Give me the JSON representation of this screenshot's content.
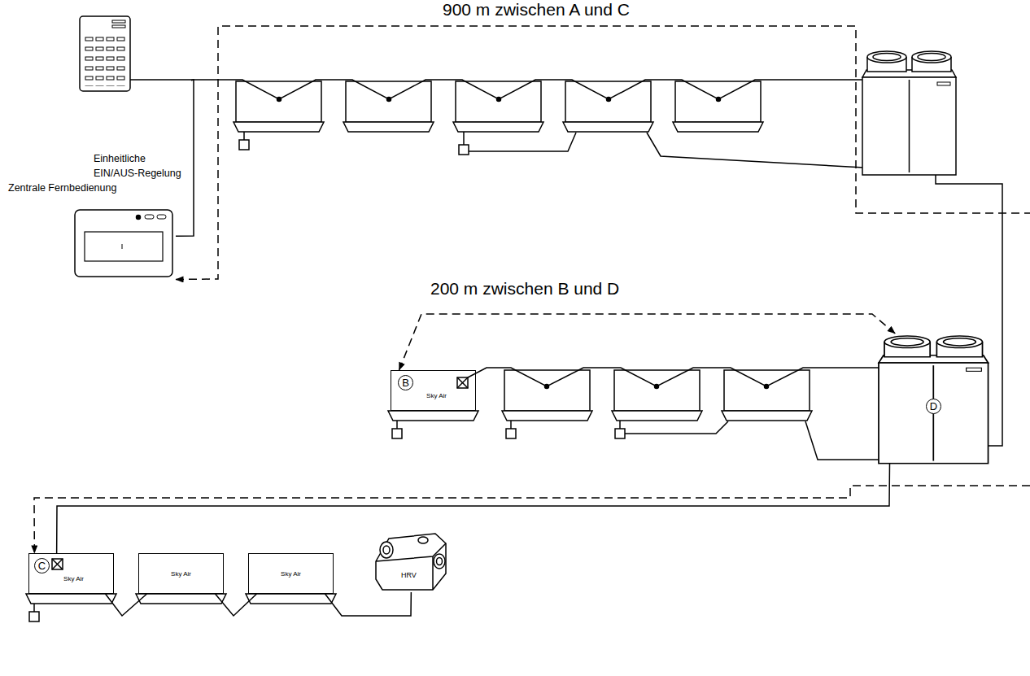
{
  "diagram": {
    "nodes": [
      {
        "text": [
          "Einheitliche EIN/AUS-Regelung"
        ]
      },
      {
        "text": [
          "Zentrale Fernbedienung"
        ]
      },
      {
        "text": [
          "B",
          "Sky Air"
        ]
      },
      {
        "text": [
          "D"
        ]
      },
      {
        "text": [
          "C",
          "Sky Air"
        ]
      },
      {
        "text": [
          "Sky Air"
        ]
      },
      {
        "text": [
          "Sky Air"
        ]
      },
      {
        "text": [
          "HRV"
        ]
      }
    ],
    "edges": [
      {
        "from": 0,
        "to": 1,
        "arrow": "none"
      },
      {
        "from": 1,
        "to": 4,
        "label": "900 m zwischen A und C",
        "arrow": "both"
      },
      {
        "from": 2,
        "to": 3,
        "label": "200 m zwischen B und D",
        "arrow": "both"
      },
      {
        "from": 3,
        "to": 4,
        "arrow": "none"
      },
      {
        "from": 4,
        "to": 5,
        "arrow": "none"
      },
      {
        "from": 5,
        "to": 6,
        "arrow": "none"
      },
      {
        "from": 6,
        "to": 7,
        "arrow": "none"
      }
    ]
  }
}
